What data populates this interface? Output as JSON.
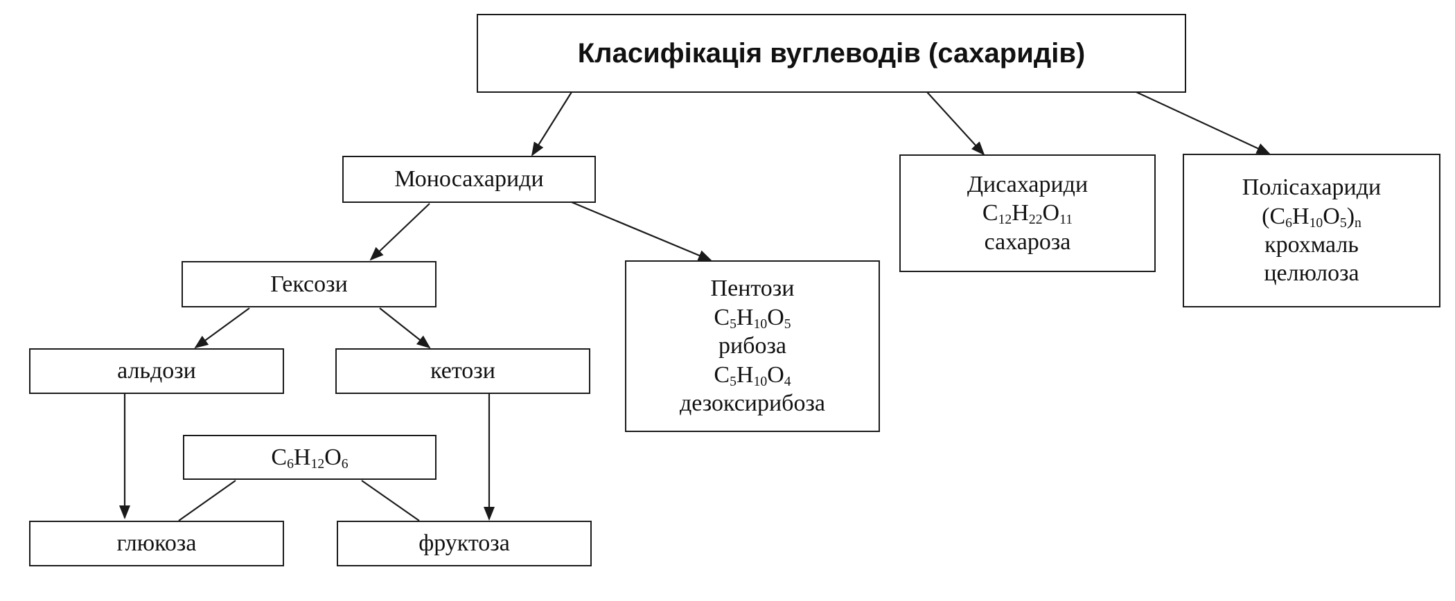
{
  "title": "Класифікація вуглеводів (сахаридів)",
  "mono": {
    "name": "Моносахариди"
  },
  "di": {
    "name": "Дисахариди",
    "formula": {
      "a": "C",
      "a_sub": "12",
      "b": "H",
      "b_sub": "22",
      "c": "O",
      "c_sub": "11"
    },
    "example": "сахароза"
  },
  "poly": {
    "name": "Полісахариди",
    "formula": {
      "open": "(",
      "a": "C",
      "a_sub": "6",
      "b": "H",
      "b_sub": "10",
      "c": "O",
      "c_sub": "5",
      "close": ")",
      "n": "n"
    },
    "examples": [
      "крохмаль",
      "целюлоза"
    ]
  },
  "hex": {
    "name": "Гексози"
  },
  "pent": {
    "name": "Пентози",
    "formula1": {
      "a": "C",
      "a_sub": "5",
      "b": "H",
      "b_sub": "10",
      "c": "O",
      "c_sub": "5"
    },
    "example1": "рибоза",
    "formula2": {
      "a": "C",
      "a_sub": "5",
      "b": "H",
      "b_sub": "10",
      "c": "O",
      "c_sub": "4"
    },
    "example2": "дезоксирибоза"
  },
  "ald": {
    "name": "альдози"
  },
  "ket": {
    "name": "кетози"
  },
  "hexformula": {
    "a": "C",
    "a_sub": "6",
    "b": "H",
    "b_sub": "12",
    "c": "O",
    "c_sub": "6"
  },
  "glucose": {
    "name": "глюкоза"
  },
  "fructose": {
    "name": "фруктоза"
  }
}
